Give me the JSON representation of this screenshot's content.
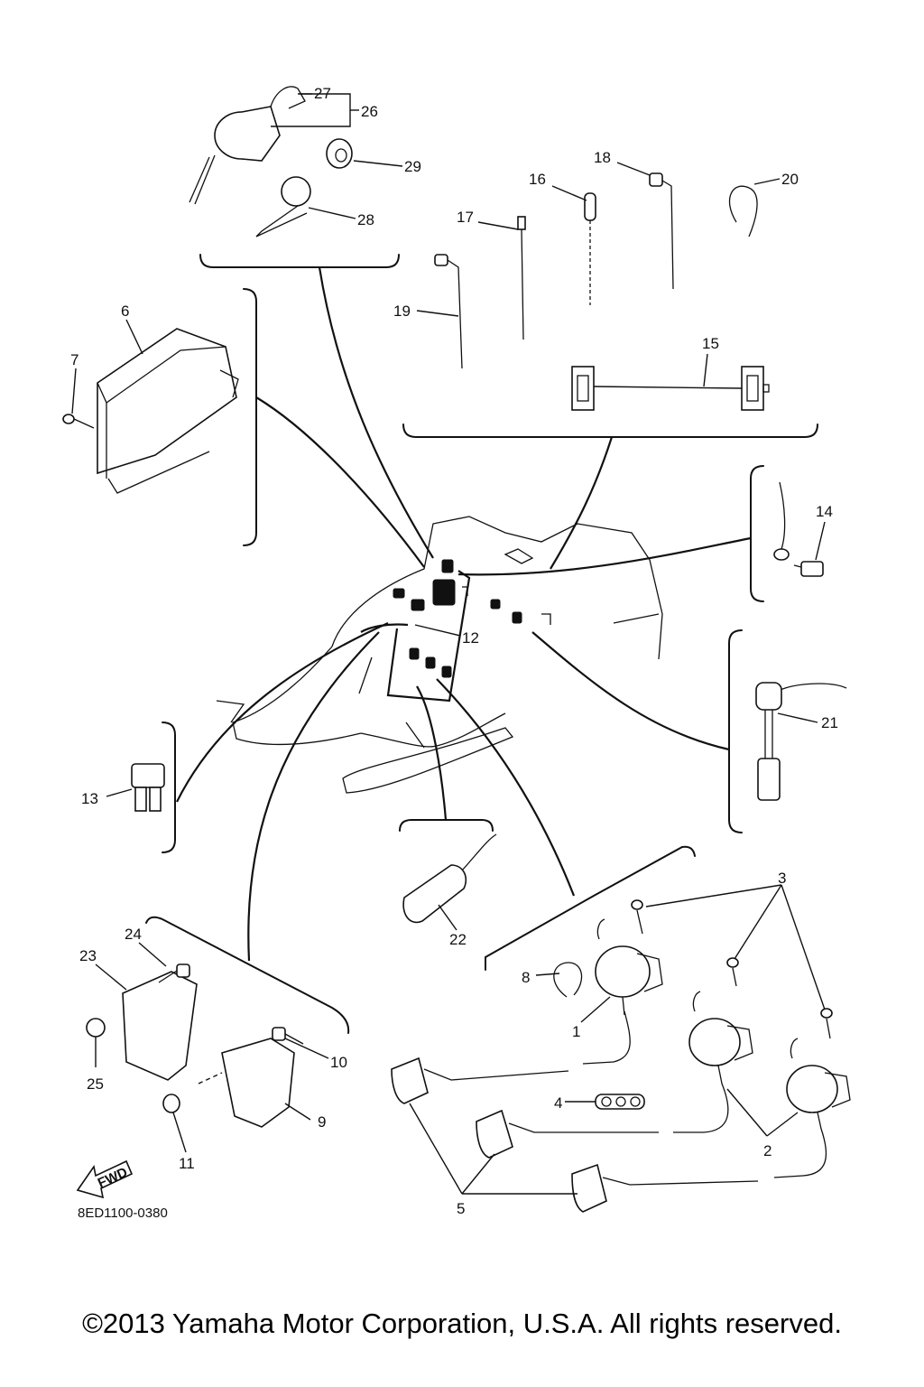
{
  "diagram": {
    "drawing_code": "8ED1100-0380",
    "fwd_label": "FWD",
    "part_numbers": [
      "1",
      "2",
      "3",
      "4",
      "5",
      "6",
      "7",
      "8",
      "9",
      "10",
      "11",
      "12",
      "13",
      "14",
      "15",
      "16",
      "17",
      "18",
      "19",
      "20",
      "21",
      "22",
      "23",
      "24",
      "25",
      "26",
      "27",
      "28",
      "29"
    ]
  },
  "footer": {
    "copyright": "©2013 Yamaha Motor Corporation, U.S.A. All rights reserved."
  }
}
